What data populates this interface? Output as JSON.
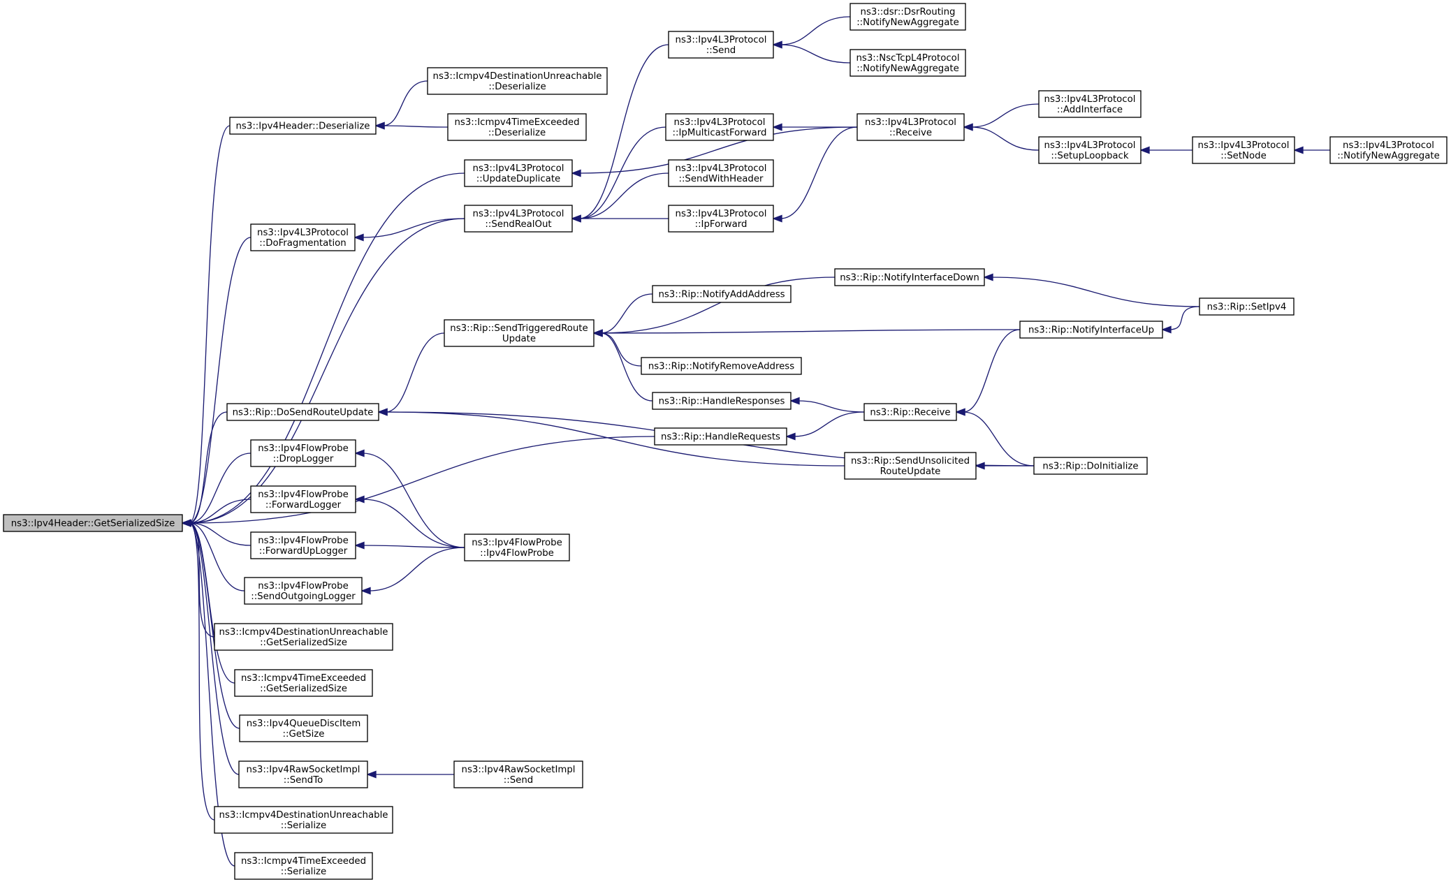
{
  "colors": {
    "edge": "#191970",
    "root_fill": "#bfbfbf",
    "node_fill": "#ffffff",
    "node_stroke": "#000000"
  },
  "nodes": [
    {
      "id": "n0",
      "lines": [
        "ns3::Ipv4Header::GetSerializedSize"
      ],
      "root": true
    },
    {
      "id": "n1",
      "lines": [
        "ns3::Ipv4Header::Deserialize"
      ]
    },
    {
      "id": "n2",
      "lines": [
        "ns3::Icmpv4DestinationUnreachable",
        "::Deserialize"
      ]
    },
    {
      "id": "n3",
      "lines": [
        "ns3::Icmpv4TimeExceeded",
        "::Deserialize"
      ]
    },
    {
      "id": "n4",
      "lines": [
        "ns3::Ipv4L3Protocol",
        "::UpdateDuplicate"
      ]
    },
    {
      "id": "n5",
      "lines": [
        "ns3::Ipv4L3Protocol",
        "::Send"
      ]
    },
    {
      "id": "n6",
      "lines": [
        "ns3::dsr::DsrRouting",
        "::NotifyNewAggregate"
      ]
    },
    {
      "id": "n7",
      "lines": [
        "ns3::NscTcpL4Protocol",
        "::NotifyNewAggregate"
      ]
    },
    {
      "id": "n8",
      "lines": [
        "ns3::Ipv4L3Protocol",
        "::Receive"
      ]
    },
    {
      "id": "n9",
      "lines": [
        "ns3::Ipv4L3Protocol",
        "::AddInterface"
      ]
    },
    {
      "id": "n10",
      "lines": [
        "ns3::Ipv4L3Protocol",
        "::SetupLoopback"
      ]
    },
    {
      "id": "n11",
      "lines": [
        "ns3::Ipv4L3Protocol",
        "::SetNode"
      ]
    },
    {
      "id": "n12",
      "lines": [
        "ns3::Ipv4L3Protocol",
        "::NotifyNewAggregate"
      ]
    },
    {
      "id": "n13",
      "lines": [
        "ns3::Ipv4L3Protocol",
        "::IpMulticastForward"
      ]
    },
    {
      "id": "n14",
      "lines": [
        "ns3::Ipv4L3Protocol",
        "::SendWithHeader"
      ]
    },
    {
      "id": "n15",
      "lines": [
        "ns3::Ipv4L3Protocol",
        "::SendRealOut"
      ]
    },
    {
      "id": "n16",
      "lines": [
        "ns3::Ipv4L3Protocol",
        "::IpForward"
      ]
    },
    {
      "id": "n17",
      "lines": [
        "ns3::Ipv4L3Protocol",
        "::DoFragmentation"
      ]
    },
    {
      "id": "n18",
      "lines": [
        "ns3::Rip::NotifyInterfaceDown"
      ]
    },
    {
      "id": "n19",
      "lines": [
        "ns3::Rip::SetIpv4"
      ]
    },
    {
      "id": "n20",
      "lines": [
        "ns3::Rip::NotifyAddAddress"
      ]
    },
    {
      "id": "n21",
      "lines": [
        "ns3::Rip::SendTriggeredRoute",
        "Update"
      ]
    },
    {
      "id": "n22",
      "lines": [
        "ns3::Rip::NotifyInterfaceUp"
      ]
    },
    {
      "id": "n23",
      "lines": [
        "ns3::Rip::NotifyRemoveAddress"
      ]
    },
    {
      "id": "n24",
      "lines": [
        "ns3::Rip::HandleResponses"
      ]
    },
    {
      "id": "n25",
      "lines": [
        "ns3::Rip::Receive"
      ]
    },
    {
      "id": "n26",
      "lines": [
        "ns3::Rip::DoSendRouteUpdate"
      ]
    },
    {
      "id": "n27",
      "lines": [
        "ns3::Rip::HandleRequests"
      ]
    },
    {
      "id": "n28",
      "lines": [
        "ns3::Rip::SendUnsolicited",
        "RouteUpdate"
      ]
    },
    {
      "id": "n29",
      "lines": [
        "ns3::Rip::DoInitialize"
      ]
    },
    {
      "id": "n30",
      "lines": [
        "ns3::Ipv4FlowProbe",
        "::DropLogger"
      ]
    },
    {
      "id": "n31",
      "lines": [
        "ns3::Ipv4FlowProbe",
        "::ForwardLogger"
      ]
    },
    {
      "id": "n32",
      "lines": [
        "ns3::Ipv4FlowProbe",
        "::Ipv4FlowProbe"
      ]
    },
    {
      "id": "n33",
      "lines": [
        "ns3::Ipv4FlowProbe",
        "::ForwardUpLogger"
      ]
    },
    {
      "id": "n34",
      "lines": [
        "ns3::Ipv4FlowProbe",
        "::SendOutgoingLogger"
      ]
    },
    {
      "id": "n35",
      "lines": [
        "ns3::Icmpv4DestinationUnreachable",
        "::GetSerializedSize"
      ]
    },
    {
      "id": "n36",
      "lines": [
        "ns3::Icmpv4TimeExceeded",
        "::GetSerializedSize"
      ]
    },
    {
      "id": "n37",
      "lines": [
        "ns3::Ipv4QueueDiscItem",
        "::GetSize"
      ]
    },
    {
      "id": "n38",
      "lines": [
        "ns3::Ipv4RawSocketImpl",
        "::SendTo"
      ]
    },
    {
      "id": "n39",
      "lines": [
        "ns3::Ipv4RawSocketImpl",
        "::Send"
      ]
    },
    {
      "id": "n40",
      "lines": [
        "ns3::Icmpv4DestinationUnreachable",
        "::Serialize"
      ]
    },
    {
      "id": "n41",
      "lines": [
        "ns3::Icmpv4TimeExceeded",
        "::Serialize"
      ]
    }
  ],
  "edges": [
    [
      "n0",
      "n1"
    ],
    [
      "n0",
      "n4"
    ],
    [
      "n0",
      "n15"
    ],
    [
      "n0",
      "n17"
    ],
    [
      "n0",
      "n26"
    ],
    [
      "n0",
      "n27"
    ],
    [
      "n0",
      "n30"
    ],
    [
      "n0",
      "n31"
    ],
    [
      "n0",
      "n33"
    ],
    [
      "n0",
      "n34"
    ],
    [
      "n0",
      "n35"
    ],
    [
      "n0",
      "n36"
    ],
    [
      "n0",
      "n37"
    ],
    [
      "n0",
      "n38"
    ],
    [
      "n0",
      "n40"
    ],
    [
      "n0",
      "n41"
    ],
    [
      "n1",
      "n2"
    ],
    [
      "n1",
      "n3"
    ],
    [
      "n4",
      "n8"
    ],
    [
      "n5",
      "n6"
    ],
    [
      "n5",
      "n7"
    ],
    [
      "n8",
      "n9"
    ],
    [
      "n8",
      "n10"
    ],
    [
      "n10",
      "n11"
    ],
    [
      "n11",
      "n12"
    ],
    [
      "n13",
      "n8"
    ],
    [
      "n15",
      "n5"
    ],
    [
      "n15",
      "n13"
    ],
    [
      "n15",
      "n14"
    ],
    [
      "n15",
      "n16"
    ],
    [
      "n16",
      "n8"
    ],
    [
      "n17",
      "n15"
    ],
    [
      "n18",
      "n19"
    ],
    [
      "n21",
      "n18"
    ],
    [
      "n21",
      "n20"
    ],
    [
      "n21",
      "n22"
    ],
    [
      "n21",
      "n23"
    ],
    [
      "n21",
      "n24"
    ],
    [
      "n22",
      "n19"
    ],
    [
      "n24",
      "n25"
    ],
    [
      "n25",
      "n22"
    ],
    [
      "n25",
      "n29"
    ],
    [
      "n26",
      "n21"
    ],
    [
      "n26",
      "n28"
    ],
    [
      "n26",
      "n29"
    ],
    [
      "n27",
      "n25"
    ],
    [
      "n28",
      "n29"
    ],
    [
      "n30",
      "n32"
    ],
    [
      "n31",
      "n32"
    ],
    [
      "n33",
      "n32"
    ],
    [
      "n34",
      "n32"
    ],
    [
      "n38",
      "n39"
    ]
  ]
}
